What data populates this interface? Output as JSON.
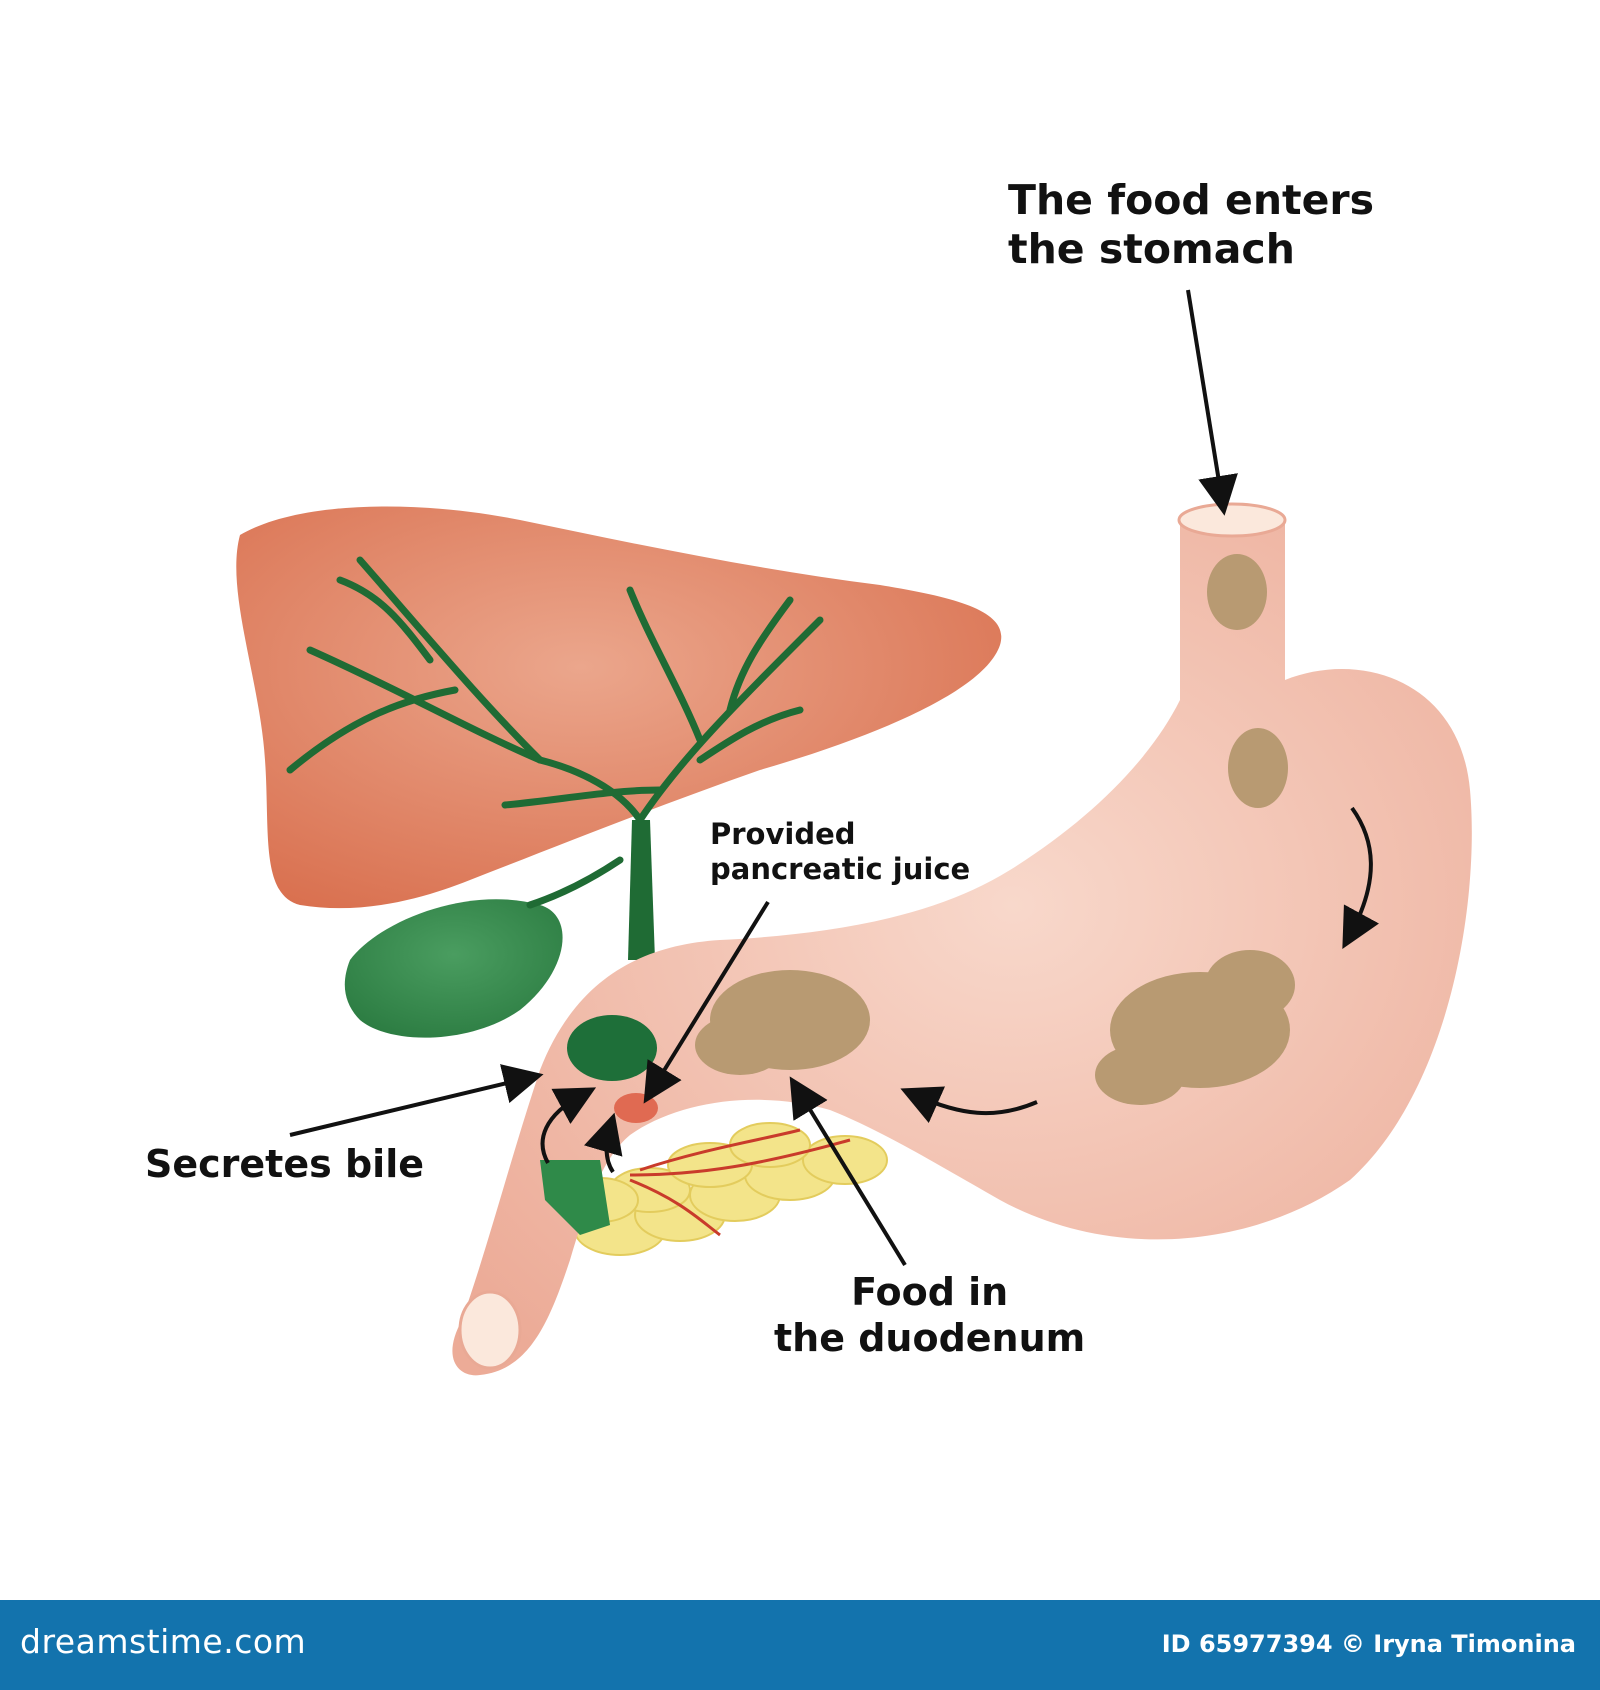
{
  "labels": {
    "food_enters": [
      "The food enters",
      "the stomach"
    ],
    "pancreatic_juice": [
      "Provided",
      "pancreatic juice"
    ],
    "secretes_bile": "Secretes bile",
    "food_duodenum": [
      "Food in",
      "the duodenum"
    ]
  },
  "footer": {
    "brand": "dreamstime.com",
    "credit": "ID 65977394 © Iryna Timonina"
  },
  "colors": {
    "liver": "#de8062",
    "bile_duct": "#1f6b34",
    "gallbladder": "#2f8a49",
    "stomach": "#f1b9a6",
    "food": "#b89a72",
    "pancreas": "#f3e48a",
    "footer_bar": "#1373ad"
  }
}
